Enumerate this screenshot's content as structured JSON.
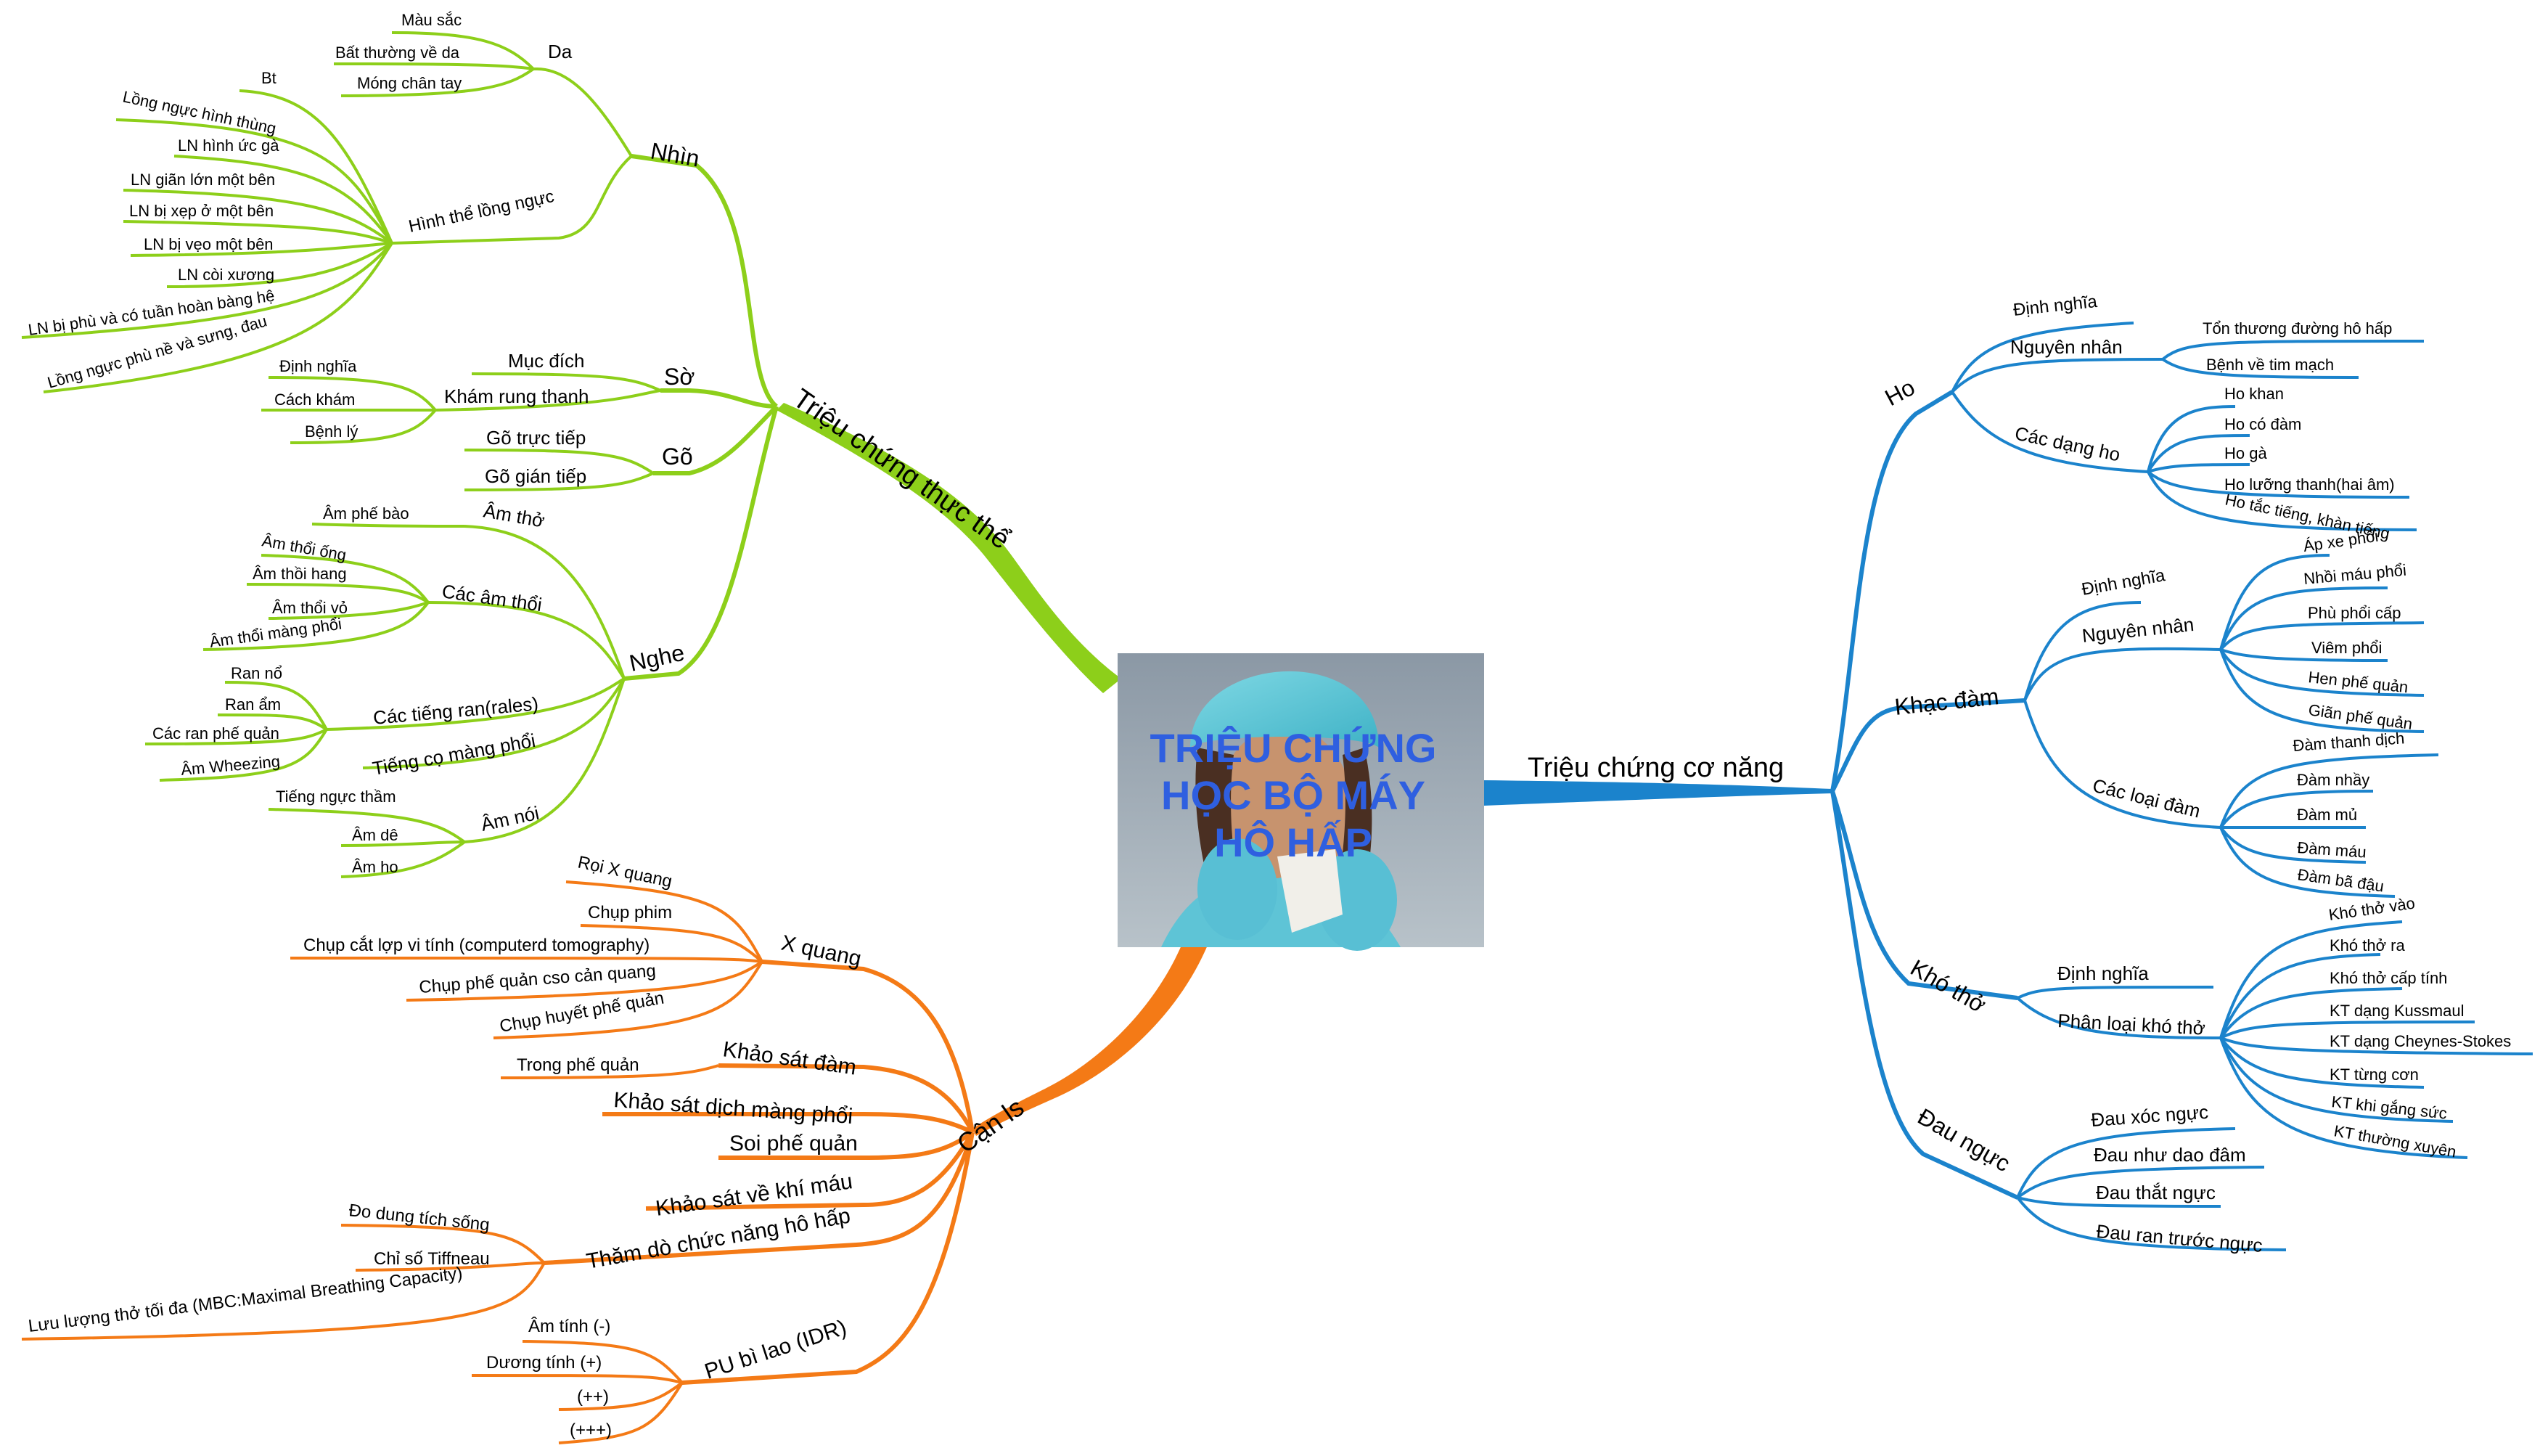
{
  "center": {
    "title_lines": [
      "TRIỆU CHỨNG",
      "HỌC BỘ MÁY",
      "HÔ HẤP"
    ]
  },
  "colors": {
    "green": "#8dcf1a",
    "orange": "#f47a16",
    "blue": "#1b83cc",
    "title": "#2f5fe0"
  },
  "branches": {
    "thuc_the": {
      "label": "Triệu chứng thực thể",
      "nhin": {
        "label": "Nhìn",
        "da": {
          "label": "Da",
          "items": [
            "Màu sắc",
            "Bất thường về da",
            "Móng chân tay"
          ]
        },
        "hinh_the": {
          "label": "Hình thể lồng ngực",
          "items": [
            "Bt",
            "Lồng ngực hình thùng",
            "LN hình ức gà",
            "LN giãn lớn một bên",
            "LN bị xẹp ở một bên",
            "LN bị vẹo một bên",
            "LN còi xương",
            "LN bị phù và có tuần hoàn bàng hệ",
            "Lồng ngực phù nề và sưng, đau"
          ]
        }
      },
      "so": {
        "label": "Sờ",
        "muc_dich": "Mục đích",
        "kham_rung": {
          "label": "Khám rung thanh",
          "items": [
            "Định nghĩa",
            "Cách khám",
            "Bệnh lý"
          ]
        }
      },
      "go": {
        "label": "Gõ",
        "items": [
          "Gõ trực tiếp",
          "Gõ gián tiếp"
        ]
      },
      "nghe": {
        "label": "Nghe",
        "am_tho": {
          "label": "Âm thở",
          "items": [
            "Âm phế bào"
          ]
        },
        "am_thoi": {
          "label": "Các âm thổi",
          "items": [
            "Âm thổi ống",
            "Âm thồi hang",
            "Âm thổi vỏ",
            "Âm thổi màng phổi"
          ]
        },
        "tieng_ran": {
          "label": "Các tiếng ran(rales)",
          "items": [
            "Ran nổ",
            "Ran ẩm",
            "Các ran phế quản",
            "Âm Wheezing"
          ]
        },
        "tieng_co": "Tiếng cọ màng phổi",
        "am_noi": {
          "label": "Âm nói",
          "items": [
            "Tiếng ngực thầm",
            "Âm dê",
            "Âm ho"
          ]
        }
      }
    },
    "can_ls": {
      "label": "Cận ls",
      "x_quang": {
        "label": "X quang",
        "items": [
          "Rọi X quang",
          "Chụp phim",
          "Chụp cắt lợp vi tính (computerd tomography)",
          "Chụp phế quản cso cản quang",
          "Chụp huyết phế quản"
        ]
      },
      "khao_sat_dam": {
        "label": "Khảo sát đàm",
        "items": [
          "Trong phế quản"
        ]
      },
      "khao_sat_dich": "Khảo sát dịch màng phổi",
      "soi_phe_quan": "Soi phế quản",
      "khi_mau": "Khảo sát về khí máu",
      "tham_do": {
        "label": "Thăm dò chức năng hô hấp",
        "items": [
          "Đo dung tích sống",
          "Chỉ số Tiffneau",
          "Lưu lượng thở tối đa (MBC:Maximal Breathing Capacity)"
        ]
      },
      "pu": {
        "label": "PU bì lao (IDR)",
        "items": [
          "Âm tính (-)",
          "Dương tính (+)",
          "(++)",
          "(+++)"
        ]
      }
    },
    "co_nang": {
      "label": "Triệu chứng cơ năng",
      "ho": {
        "label": "Ho",
        "dinh_nghia": "Định nghĩa",
        "nguyen_nhan": {
          "label": "Nguyên nhân",
          "items": [
            "Tổn thương đường hô hấp",
            "Bệnh về tim mạch"
          ]
        },
        "cac_dang": {
          "label": "Các dạng ho",
          "items": [
            "Ho khan",
            "Ho có đàm",
            "Ho gà",
            "Ho lưỡng thanh(hai âm)",
            "Ho tắc tiếng, khàn tiếng"
          ]
        }
      },
      "khac_dam": {
        "label": "Khạc đàm",
        "dinh_nghia": "Định nghĩa",
        "nguyen_nhan": {
          "label": "Nguyên nhân",
          "items": [
            "Áp xe phổi",
            "Nhồi máu phổi",
            "Phù phổi cấp",
            "Viêm phổi",
            "Hen phế quản",
            "Giãn phế quản"
          ]
        },
        "cac_loai": {
          "label": "Các loại đàm",
          "items": [
            "Đàm thanh dịch",
            "Đàm nhầy",
            "Đàm mủ",
            "Đàm máu",
            "Đàm bã đậu"
          ]
        }
      },
      "kho_tho": {
        "label": "Khó thở",
        "dinh_nghia": "Định nghĩa",
        "phan_loai": {
          "label": "Phân loại khó thở",
          "items": [
            "Khó thở vào",
            "Khó thở ra",
            "Khó thở cấp tính",
            "KT dạng Kussmaul",
            "KT dạng Cheynes-Stokes",
            "KT từng cơn",
            "KT khi gắng sức",
            "KT thường xuyên"
          ]
        }
      },
      "dau_nguc": {
        "label": "Đau ngực",
        "items": [
          "Đau xóc ngực",
          "Đau như dao đâm",
          "Đau thắt ngực",
          "Đau ran trước ngực"
        ]
      }
    }
  }
}
